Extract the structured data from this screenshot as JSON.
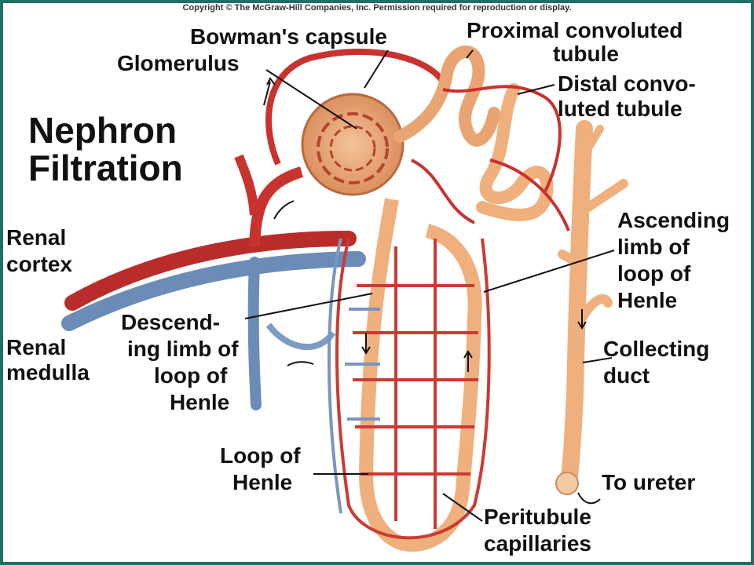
{
  "copyright": "Copyright © The McGraw-Hill Companies, Inc. Permission required for reproduction or display.",
  "title": {
    "line1": "Nephron",
    "line2": "Filtration"
  },
  "labels": {
    "bowmans_capsule": "Bowman's capsule",
    "glomerulus": "Glomerulus",
    "proximal_1": "Proximal convoluted",
    "proximal_2": "tubule",
    "distal_1": "Distal convo-",
    "distal_2": "luted tubule",
    "renal_cortex_1": "Renal",
    "renal_cortex_2": "cortex",
    "renal_medulla_1": "Renal",
    "renal_medulla_2": "medulla",
    "descending_1": "Descend-",
    "descending_2": "ing limb of",
    "descending_3": "loop of",
    "descending_4": "Henle",
    "ascending_1": "Ascending",
    "ascending_2": "limb of",
    "ascending_3": "loop of",
    "ascending_4": "Henle",
    "collecting_1": "Collecting",
    "collecting_2": "duct",
    "loop_1": "Loop of",
    "loop_2": "Henle",
    "to_ureter": "To ureter",
    "peritubule_1": "Peritubule",
    "peritubule_2": "capillaries"
  },
  "colors": {
    "artery": "#c8322f",
    "vein": "#6f8fb8",
    "tubule": "#efb07e",
    "capsule": "#e79a6a",
    "frame": "#1f6f66"
  }
}
